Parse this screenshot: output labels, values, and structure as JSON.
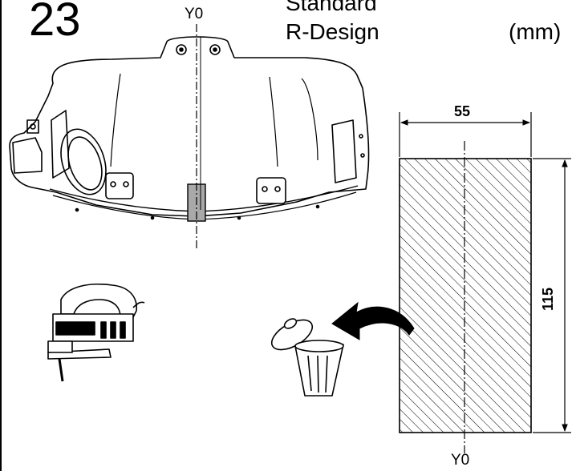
{
  "step": {
    "number": "23"
  },
  "variants": [
    "Standard",
    "R-Design"
  ],
  "units": "(mm)",
  "axis": {
    "top_label": "Y0",
    "bottom_label": "Y0"
  },
  "cut_piece": {
    "width_mm": "55",
    "height_mm": "115"
  },
  "icons": {
    "tool": "jigsaw-icon",
    "discard": "trash-bin-icon",
    "arrow": "curved-arrow-icon"
  },
  "colors": {
    "line": "#000000",
    "highlight": "#a9a9a9",
    "background": "#ffffff"
  }
}
